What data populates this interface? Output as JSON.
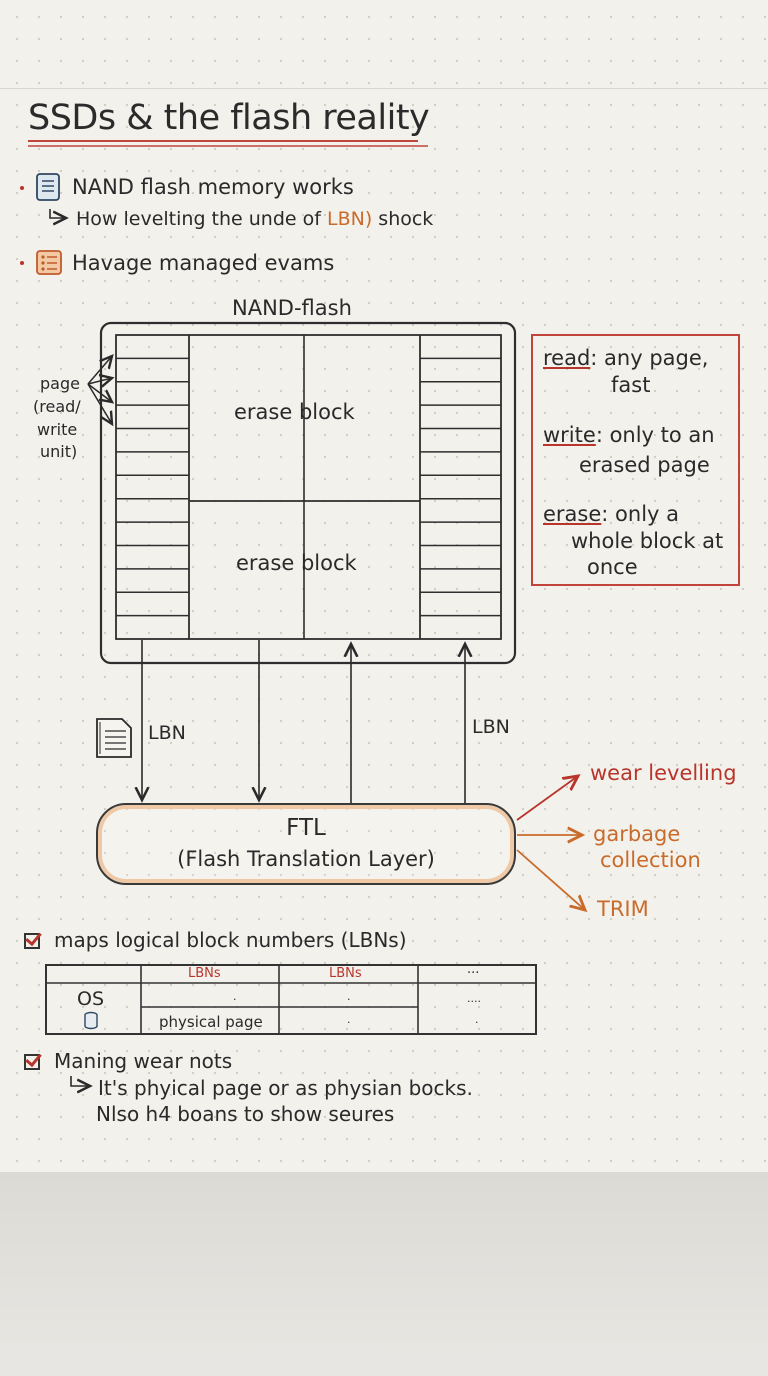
{
  "title": "SSDs & the flash reality",
  "bullets": [
    {
      "icon": "memory-chip-icon",
      "text": "NAND flash memory works",
      "sub": {
        "prefix": "How levelting the unde of ",
        "highlight": "LBN)",
        "suffix": " shock"
      }
    },
    {
      "icon": "checklist-icon",
      "text": "Havage managed evams"
    }
  ],
  "nand": {
    "label": "NAND-flash",
    "block_top": "erase block",
    "block_bottom": "erase block",
    "page_label": [
      "page",
      "(read/",
      "write",
      "unit)"
    ]
  },
  "notes": [
    {
      "key": "read",
      "rest": ": any page,",
      "line2": "fast"
    },
    {
      "key": "write",
      "rest": ": only to an",
      "line2": "erased page"
    },
    {
      "key": "erase",
      "rest": ": only a",
      "line2": "whole block at",
      "line3": "once"
    }
  ],
  "arrows": {
    "lbn_left": "LBN",
    "lbn_right": "LBN",
    "doc_icon": "document-icon"
  },
  "ftl": {
    "title": "FTL",
    "subtitle": "(Flash Translation Layer)"
  },
  "ftl_outputs": [
    {
      "text": "wear levelling",
      "color": "#b8352c"
    },
    {
      "text": "garbage",
      "text2": "collection",
      "color": "#c96b2a"
    },
    {
      "text": "TRIM",
      "color": "#c96b2a"
    }
  ],
  "mapping": {
    "check_text": "maps logical block numbers (LBNs)",
    "header": [
      "LBNs",
      "LBNs",
      "..."
    ],
    "row_label": "OS",
    "row_icon": "database-icon",
    "row1": [
      ".",
      ".",
      "...."
    ],
    "row2": [
      "physical page",
      ".",
      "."
    ]
  },
  "wear": {
    "check_text": "Maning wear nots",
    "sub1": "It's phyical page or as physian bocks.",
    "sub2": "Nlso h4 boans to show seures"
  },
  "colors": {
    "accent_red": "#b8352c",
    "accent_orange": "#c96b2a",
    "ink": "#2a2a2a"
  }
}
